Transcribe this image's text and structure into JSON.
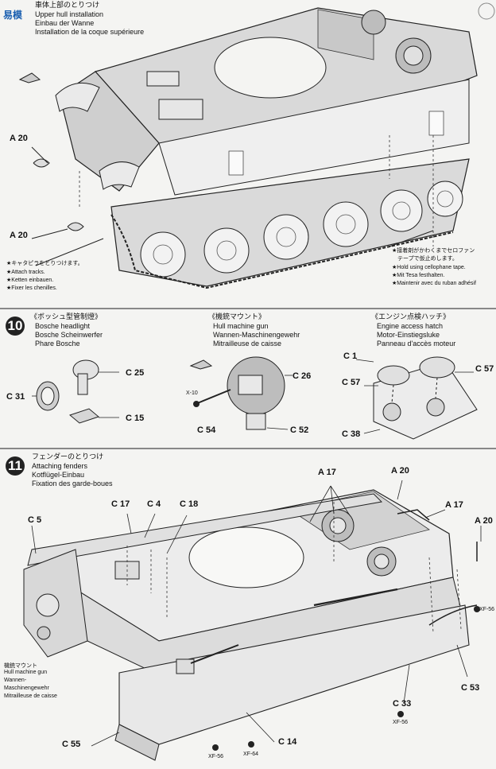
{
  "step9": {
    "title_jp": "車体上部のとりつけ",
    "title_en": "Upper hull installation",
    "title_de": "Einbau der Wanne",
    "title_fr": "Installation de la coque supérieure",
    "labels": [
      "A 20",
      "A 20"
    ],
    "note_tracks": [
      "★キャタピラをとりつけます。",
      "★Attach tracks.",
      "★Ketten einbauen.",
      "★Fixer les chenilles."
    ],
    "note_tape": [
      "★接着剤がかわくまでセロファン",
      "テープで仮止めします。",
      "★Hold using cellophane tape.",
      "★Mit Tesa festhalten.",
      "★Maintenir avec du ruban adhésif"
    ]
  },
  "step10": {
    "number": "10",
    "a": {
      "jp": "《ボッシュ型管制燈》",
      "en": "Bosche headlight",
      "de": "Bosche Scheinwerfer",
      "fr": "Phare Bosche",
      "parts": [
        "C 25",
        "C 31",
        "C 15"
      ]
    },
    "b": {
      "jp": "《機銃マウント》",
      "en": "Hull machine gun",
      "de": "Wannen-Maschinengewehr",
      "fr": "Mitrailleuse de caisse",
      "parts": [
        "C 26",
        "X-10",
        "C 54",
        "C 52"
      ]
    },
    "c": {
      "jp": "《エンジン点検ハッチ》",
      "en": "Engine access hatch",
      "de": "Motor-Einstiegsluke",
      "fr": "Panneau d'accès moteur",
      "parts": [
        "C 1",
        "C 57",
        "C 57",
        "C 38"
      ]
    }
  },
  "step11": {
    "number": "11",
    "title_jp": "フェンダーのとりつけ",
    "title_en": "Attaching fenders",
    "title_de": "Kotflügel-Einbau",
    "title_fr": "Fixation des garde-boues",
    "parts": [
      "A 17",
      "A 20",
      "C 17",
      "C 4",
      "C 18",
      "A 17",
      "C 5",
      "A 20",
      "C 53",
      "C 33",
      "C 55",
      "C 14"
    ],
    "paints": [
      "XF-56",
      "XF-56",
      "XF-56",
      "XF-64"
    ],
    "mg_note": [
      "機銃マウント",
      "Hull machine gun",
      "Wannen-",
      "Maschinengewehr",
      "Mitrailleuse de caisse"
    ]
  },
  "watermark": "易模"
}
